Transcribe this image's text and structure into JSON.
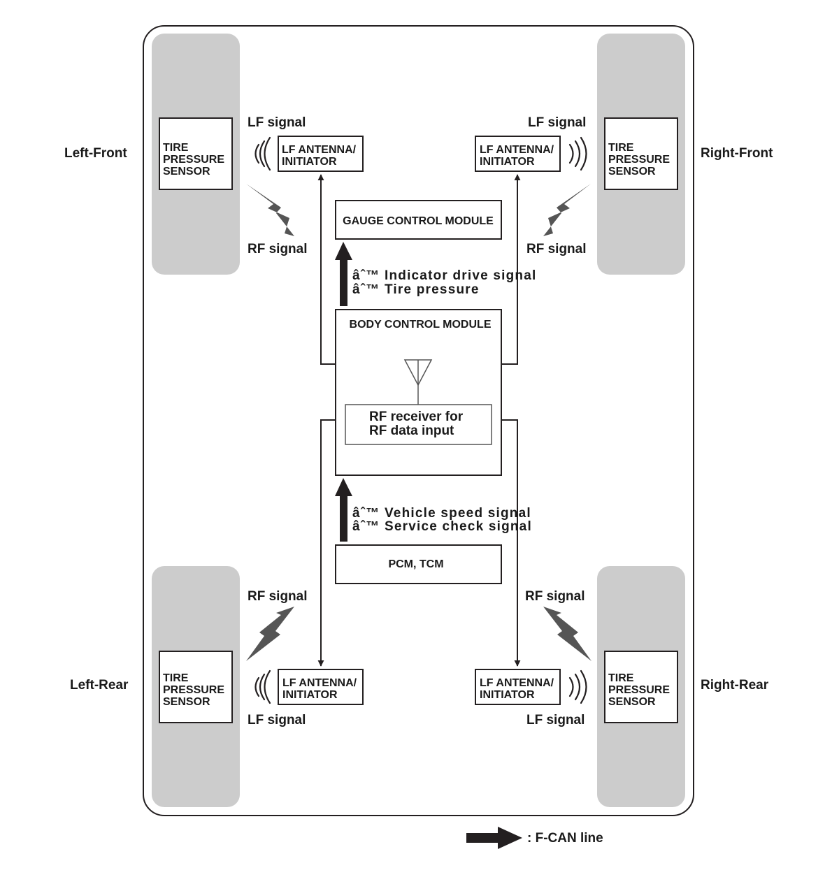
{
  "positions": {
    "left_front": "Left-Front",
    "right_front": "Right-Front",
    "left_rear": "Left-Rear",
    "right_rear": "Right-Rear"
  },
  "sensor": {
    "line1": "TIRE",
    "line2": "PRESSURE",
    "line3": "SENSOR"
  },
  "antenna": {
    "line1": "LF ANTENNA/",
    "line2": "INITIATOR"
  },
  "signals": {
    "lf": "LF signal",
    "rf": "RF signal"
  },
  "modules": {
    "gauge": "GAUGE CONTROL MODULE",
    "body": "BODY CONTROL MODULE",
    "rf_receiver_line1": "RF receiver for",
    "rf_receiver_line2": "RF data input",
    "pcm": "PCM, TCM"
  },
  "gauge_signals": {
    "line1": "âˆ™ Indicator drive signal",
    "line2": "âˆ™ Tire pressure"
  },
  "pcm_signals": {
    "line1": "âˆ™ Vehicle speed signal",
    "line2": "âˆ™ Service check signal"
  },
  "legend": {
    "fcan": ": F-CAN line"
  },
  "colors": {
    "wheel": "#cccccc",
    "line": "#231f20",
    "bolt": "#555555"
  }
}
